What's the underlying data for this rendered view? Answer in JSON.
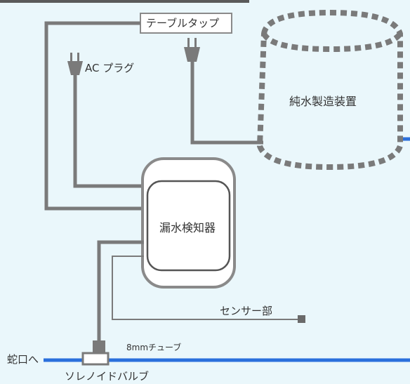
{
  "labels": {
    "table_tap": "テーブルタップ",
    "ac_plug": "AC プラグ",
    "purifier": "純水製造装置",
    "leak_detector": "漏水検知器",
    "sensor": "センサー部",
    "tube": "8mmチューブ",
    "faucet": "蛇口へ",
    "solenoid": "ソレノイドバルブ"
  },
  "colors": {
    "background": "#eaf7fb",
    "wire": "#7a7a7a",
    "water_line": "#2a6fdc",
    "top_bar": "#5a5a5a"
  }
}
